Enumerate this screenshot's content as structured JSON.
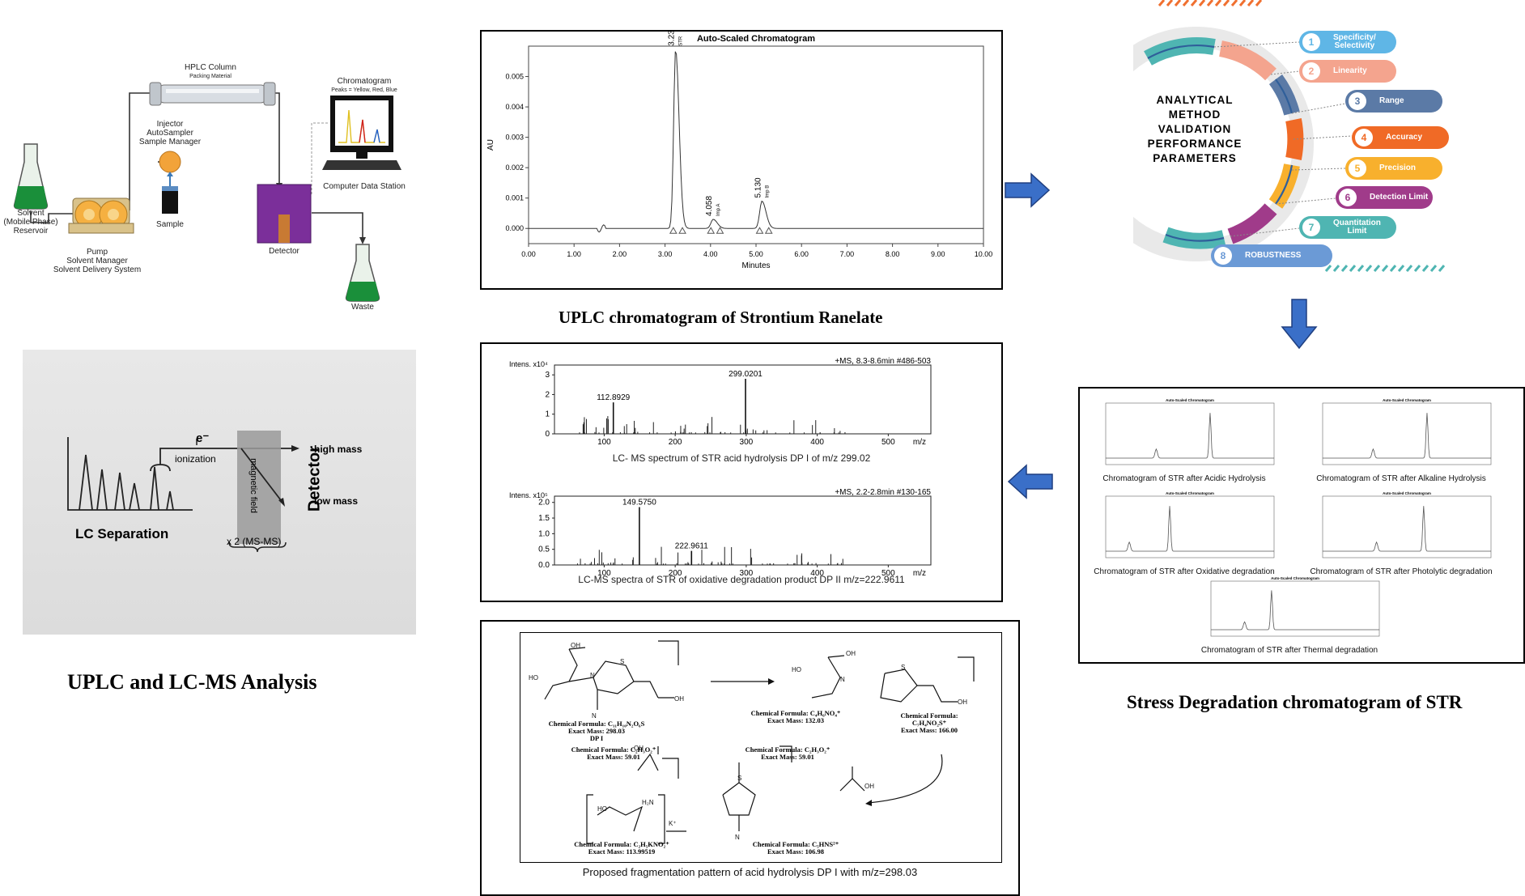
{
  "captions": {
    "uplc_lcms": "UPLC and LC-MS Analysis",
    "uplc_chromatogram": "UPLC chromatogram of Strontium Ranelate",
    "stress_degradation": "Stress Degradation chromatogram of STR"
  },
  "hplc_system": {
    "labels": {
      "column": "HPLC Column",
      "column_sub": "Packing Material",
      "injector": "Injector\nAutoSampler\nSample Manager",
      "chromatogram": "Chromatogram",
      "chromatogram_sub": "Peaks = Yellow, Red, Blue",
      "solvent": "Solvent\n(Mobile Phase)\nReservoir",
      "pump": "Pump\nSolvent Manager\nSolvent Delivery System",
      "sample": "Sample",
      "detector": "Detector",
      "data_station": "Computer Data Station",
      "waste": "Waste"
    }
  },
  "lc_ms": {
    "ionization": "ionization",
    "electron": "e⁻",
    "magnetic_field": "magnetic field",
    "detector": "Detector",
    "high_mass": "high mass",
    "low_mass": "low mass",
    "separation": "LC Separation",
    "msms": "x 2 (MS-MS)"
  },
  "chart_data": [
    {
      "type": "line",
      "title": "Auto-Scaled Chromatogram",
      "xlabel": "Minutes",
      "ylabel": "AU",
      "xlim": [
        0,
        10
      ],
      "ylim": [
        -0.0005,
        0.006
      ],
      "xticks": [
        "0.00",
        "1.00",
        "2.00",
        "3.00",
        "4.00",
        "5.00",
        "6.00",
        "7.00",
        "8.00",
        "9.00",
        "10.00"
      ],
      "yticks": [
        "0.000",
        "0.001",
        "0.002",
        "0.003",
        "0.004",
        "0.005"
      ],
      "peaks": [
        {
          "rt": 3.232,
          "height": 0.0059,
          "label": "3.232",
          "name": "STR"
        },
        {
          "rt": 4.058,
          "height": 0.0003,
          "label": "4.058",
          "name": "Imp A"
        },
        {
          "rt": 5.13,
          "height": 0.0009,
          "label": "5.130",
          "name": "Imp B"
        }
      ]
    },
    {
      "type": "bar",
      "title": "+MS, 8.3-8.6min #486-503",
      "ylabel": "Intens. x10⁴",
      "xlabel": "m/z",
      "xlim": [
        30,
        560
      ],
      "ylim": [
        0,
        3.5
      ],
      "xticks": [
        "100",
        "200",
        "300",
        "400",
        "500"
      ],
      "yticks": [
        "0",
        "1",
        "2",
        "3"
      ],
      "labelled_peaks": [
        {
          "mz": 112.8929,
          "intensity": 1.6,
          "label": "112.8929"
        },
        {
          "mz": 299.0201,
          "intensity": 2.8,
          "label": "299.0201"
        }
      ],
      "caption": "LC- MS spectrum of STR acid hydrolysis DP I of m/z 299.02"
    },
    {
      "type": "bar",
      "title": "+MS, 2.2-2.8min #130-165",
      "ylabel": "Intens. x10⁵",
      "xlabel": "m/z",
      "xlim": [
        30,
        560
      ],
      "ylim": [
        0,
        2.2
      ],
      "xticks": [
        "100",
        "200",
        "300",
        "400",
        "500"
      ],
      "yticks": [
        "0.0",
        "0.5",
        "1.0",
        "1.5",
        "2.0"
      ],
      "labelled_peaks": [
        {
          "mz": 149.575,
          "intensity": 1.85,
          "label": "149.5750"
        },
        {
          "mz": 222.9611,
          "intensity": 0.45,
          "label": "222.9611"
        }
      ],
      "caption": "LC-MS spectra of STR of oxidative degradation product DP II m/z=222.9611"
    }
  ],
  "validation": {
    "title_lines": [
      "ANALYTICAL",
      "METHOD",
      "VALIDATION",
      "PERFORMANCE",
      "PARAMETERS"
    ],
    "parameters": [
      {
        "num": "1",
        "label": "Specificity/\nSelectivity",
        "color": "#5fb6e6"
      },
      {
        "num": "2",
        "label": "Linearity",
        "color": "#f4a48e"
      },
      {
        "num": "3",
        "label": "Range",
        "color": "#5b7aa6"
      },
      {
        "num": "4",
        "label": "Accuracy",
        "color": "#f06a26"
      },
      {
        "num": "5",
        "label": "Precision",
        "color": "#f8b02d"
      },
      {
        "num": "6",
        "label": "Detection Limit",
        "color": "#a03b8a"
      },
      {
        "num": "7",
        "label": "Quantitation\nLimit",
        "color": "#4fb5b2"
      },
      {
        "num": "8",
        "label": "ROBUSTNESS",
        "color": "#6b9ad6"
      }
    ]
  },
  "stress": {
    "panel_title": "Auto-Scaled Chromatogram",
    "panels": [
      "Chromatogram of STR after Acidic Hydrolysis",
      "Chromatogram of STR after Alkaline Hydrolysis",
      "Chromatogram of STR after Oxidative degradation",
      "Chromatogram of STR after Photolytic degradation",
      "Chromatogram of STR after Thermal degradation"
    ]
  },
  "fragmentation": {
    "caption": "Proposed fragmentation pattern of acid hydrolysis DP I with m/z=298.03",
    "formulas": [
      {
        "text": "Chemical Formula: C₁₁H₁₀N₂O₆S\nExact Mass: 298.03\nDP I"
      },
      {
        "text": "Chemical Formula: C₄H₆NO₄⁺\nExact Mass: 132.03"
      },
      {
        "text": "Chemical Formula:\nC₇H₄NO₂S⁺\nExact Mass: 166.00"
      },
      {
        "text": "Chemical Formula: C₂H₃O₂⁺\nExact Mass: 59.01"
      },
      {
        "text": "Chemical Formula: C₂H₃O₂⁺\nExact Mass: 59.01"
      },
      {
        "text": "Chemical Formula: C₂H₅KNO₂⁺\nExact Mass: 113.99519"
      },
      {
        "text": "Chemical Formula: C₅HNS²⁺\nExact Mass: 106.98"
      }
    ]
  }
}
